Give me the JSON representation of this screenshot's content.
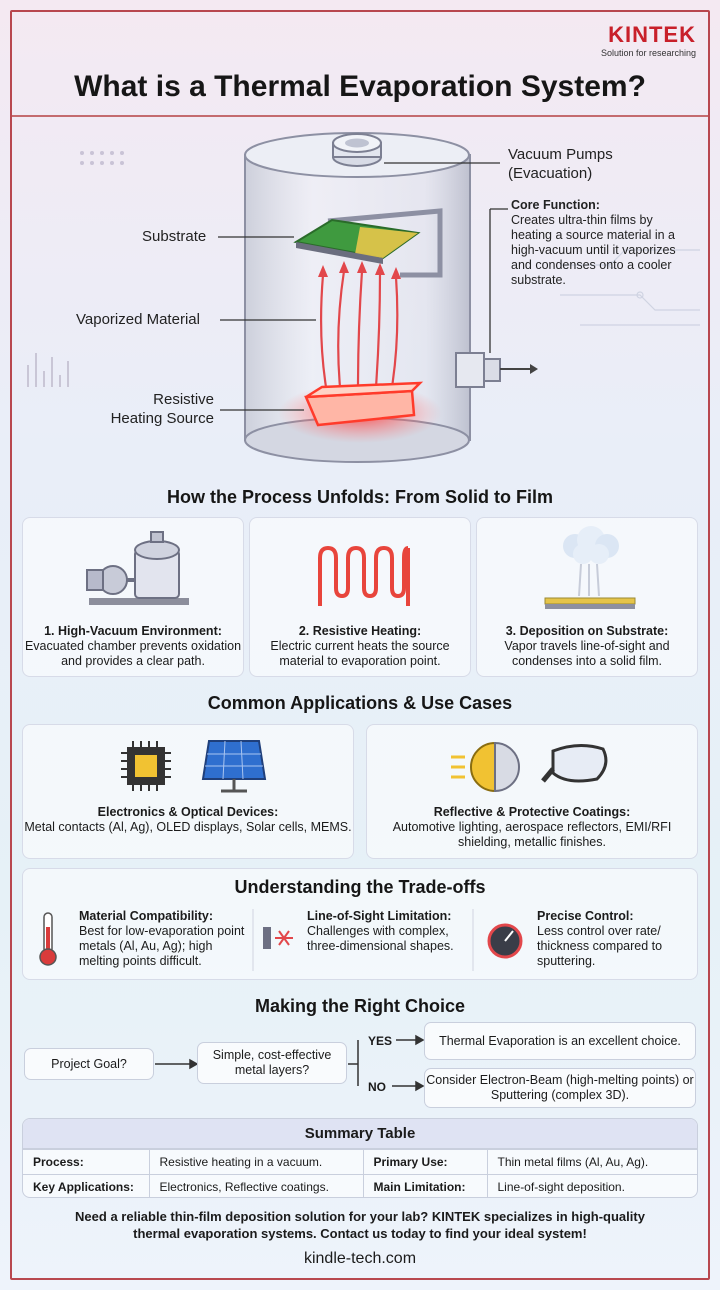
{
  "brand": {
    "name": "KINTEK",
    "tagline": "Solution for researching"
  },
  "title": "What is a Thermal Evaporation System?",
  "hero": {
    "vacuum_pumps": "Vacuum Pumps",
    "vacuum_pumps_sub": "(Evacuation)",
    "substrate": "Substrate",
    "vaporized": "Vaporized Material",
    "resistive_1": "Resistive",
    "resistive_2": "Heating Source",
    "core_title": "Core Function:",
    "core_text": "Creates ultra-thin films by heating a source material in a high-vacuum until it vaporizes and condenses onto a cooler substrate."
  },
  "process": {
    "heading": "How the Process Unfolds: From Solid to Film",
    "steps": [
      {
        "title": "1. High-Vacuum Environment:",
        "text": "Evacuated chamber prevents oxidation and provides a clear path."
      },
      {
        "title": "2. Resistive Heating:",
        "text": "Electric current heats the source material to evaporation point."
      },
      {
        "title": "3. Deposition on Substrate:",
        "text": "Vapor travels line-of-sight and condenses into a solid film."
      }
    ]
  },
  "applications": {
    "heading": "Common Applications & Use Cases",
    "items": [
      {
        "title": "Electronics & Optical Devices:",
        "text": "Metal contacts (Al, Ag), OLED displays, Solar cells, MEMS."
      },
      {
        "title": "Reflective & Protective Coatings:",
        "text": "Automotive lighting, aerospace reflectors, EMI/RFI shielding, metallic finishes."
      }
    ]
  },
  "tradeoffs": {
    "heading": "Understanding the Trade-offs",
    "items": [
      {
        "title": "Material Compatibility:",
        "text": "Best for low-evaporation point metals (Al, Au, Ag); high melting points difficult."
      },
      {
        "title": "Line-of-Sight Limitation:",
        "text": "Challenges with complex, three-dimensional shapes."
      },
      {
        "title": "Precise Control:",
        "text": "Less control over rate/ thickness compared to sputtering."
      }
    ]
  },
  "choice": {
    "heading": "Making the Right Choice",
    "goal": "Project Goal?",
    "question": "Simple, cost-effective metal layers?",
    "yes": "YES",
    "no": "NO",
    "yes_result": "Thermal Evaporation is an excellent choice.",
    "no_result": "Consider Electron-Beam (high-melting points) or Sputtering (complex 3D)."
  },
  "summary": {
    "heading": "Summary Table",
    "rows": [
      [
        "Process:",
        "Resistive heating in a vacuum.",
        "Primary Use:",
        "Thin metal films (Al, Au, Ag)."
      ],
      [
        "Key Applications:",
        "Electronics, Reflective coatings.",
        "Main Limitation:",
        "Line-of-sight deposition."
      ]
    ]
  },
  "cta": {
    "line1": "Need a reliable thin-film deposition solution for your lab? KINTEK specializes in high-quality",
    "line2": "thermal evaporation systems. Contact us today to find your ideal system!"
  },
  "url": "kindle-tech.com"
}
